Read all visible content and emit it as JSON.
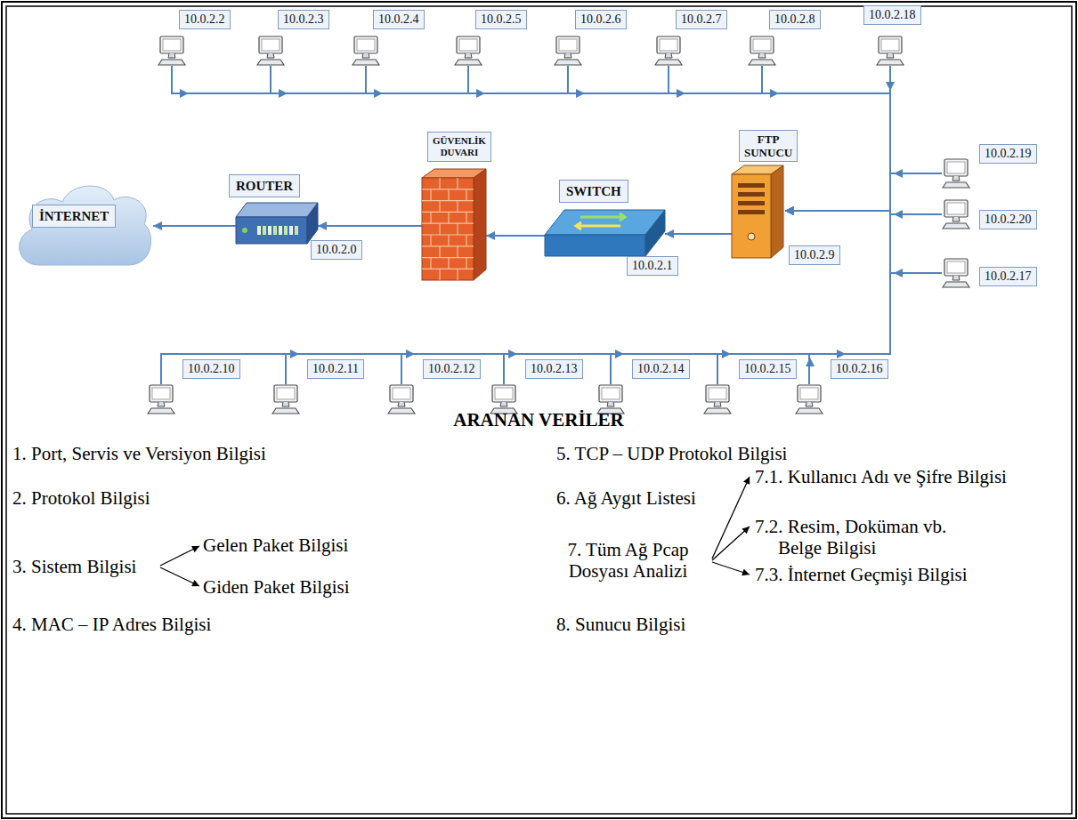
{
  "diagram": {
    "nodes": [
      {
        "text": [
          "10.0.2.2"
        ]
      },
      {
        "text": [
          "10.0.2.3"
        ]
      },
      {
        "text": [
          "10.0.2.4"
        ]
      },
      {
        "text": [
          "10.0.2.5"
        ]
      },
      {
        "text": [
          "10.0.2.6"
        ]
      },
      {
        "text": [
          "10.0.2.7"
        ]
      },
      {
        "text": [
          "10.0.2.8"
        ]
      },
      {
        "text": [
          "10.0.2.18"
        ]
      },
      {
        "text": [
          "İNTERNET"
        ]
      },
      {
        "text": [
          "ROUTER",
          "10.0.2.0"
        ]
      },
      {
        "text": [
          "GÜVENLİK DUVARI"
        ]
      },
      {
        "text": [
          "SWITCH",
          "10.0.2.1"
        ]
      },
      {
        "text": [
          "FTP SUNUCU",
          "10.0.2.9"
        ]
      },
      {
        "text": [
          "10.0.2.19"
        ]
      },
      {
        "text": [
          "10.0.2.20"
        ]
      },
      {
        "text": [
          "10.0.2.17"
        ]
      },
      {
        "text": [
          "10.0.2.10"
        ]
      },
      {
        "text": [
          "10.0.2.11"
        ]
      },
      {
        "text": [
          "10.0.2.12"
        ]
      },
      {
        "text": [
          "10.0.2.13"
        ]
      },
      {
        "text": [
          "10.0.2.14"
        ]
      },
      {
        "text": [
          "10.0.2.15"
        ]
      },
      {
        "text": [
          "10.0.2.16"
        ]
      }
    ],
    "edges": [
      {
        "from": 0,
        "to": 12,
        "arrow": "to"
      },
      {
        "from": 1,
        "to": 12,
        "arrow": "to"
      },
      {
        "from": 2,
        "to": 12,
        "arrow": "to"
      },
      {
        "from": 3,
        "to": 12,
        "arrow": "to"
      },
      {
        "from": 4,
        "to": 12,
        "arrow": "to"
      },
      {
        "from": 5,
        "to": 12,
        "arrow": "to"
      },
      {
        "from": 6,
        "to": 12,
        "arrow": "to"
      },
      {
        "from": 7,
        "to": 12,
        "arrow": "to"
      },
      {
        "from": 13,
        "to": 12,
        "arrow": "to"
      },
      {
        "from": 14,
        "to": 12,
        "arrow": "to"
      },
      {
        "from": 15,
        "to": 12,
        "arrow": "to"
      },
      {
        "from": 16,
        "to": 12,
        "arrow": "to"
      },
      {
        "from": 17,
        "to": 12,
        "arrow": "to"
      },
      {
        "from": 18,
        "to": 12,
        "arrow": "to"
      },
      {
        "from": 19,
        "to": 12,
        "arrow": "to"
      },
      {
        "from": 20,
        "to": 12,
        "arrow": "to"
      },
      {
        "from": 21,
        "to": 12,
        "arrow": "to"
      },
      {
        "from": 22,
        "to": 12,
        "arrow": "to"
      },
      {
        "from": 12,
        "to": 11,
        "arrow": "to"
      },
      {
        "from": 11,
        "to": 10,
        "arrow": "to"
      },
      {
        "from": 10,
        "to": 9,
        "arrow": "to"
      },
      {
        "from": 9,
        "to": 8,
        "arrow": "to"
      }
    ],
    "labels": [
      "ARANAN VERİLER",
      "1. Port, Servis ve Versiyon Bilgisi",
      "5. TCP – UDP Protokol Bilgisi",
      "2. Protokol Bilgisi",
      "6. Ağ Aygıt Listesi",
      "3. Sistem Bilgisi",
      "Gelen Paket Bilgisi",
      "Giden Paket Bilgisi",
      "7.1. Kullanıcı Adı ve Şifre Bilgisi",
      "7. Tüm Ağ Pcap Dosyası Analizi",
      "7.2. Resim, Doküman vb. Belge Bilgisi",
      "7.3. İnternet Geçmişi Bilgisi",
      "4. MAC – IP Adres Bilgisi",
      "8. Sunucu Bilgisi"
    ]
  }
}
